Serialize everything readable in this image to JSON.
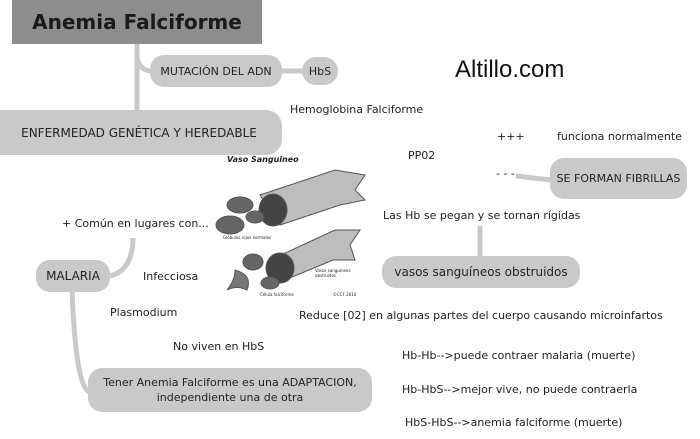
{
  "title": "Anemia Falciforme",
  "brand": "Altillo.com",
  "nodes": {
    "mutacion": "MUTACIÓN DEL ADN",
    "hbs": "HbS",
    "enfermedad": "ENFERMEDAD GENÉTICA Y HEREDABLE",
    "fibrillas": "SE FORMAN FIBRILLAS",
    "vasos": "vasos sanguíneos obstruidos",
    "malaria": "MALARIA",
    "adaptacion_line1": "Tener Anemia Falciforme es una ADAPTACION,",
    "adaptacion_line2": "independiente una de otra"
  },
  "labels": {
    "hemoglobina": "Hemoglobina Falciforme",
    "plus": "+++",
    "funciona": "funciona normalmente",
    "pp02": "PP02",
    "minus": "- - -",
    "pegan": "Las Hb se pegan y se tornan rígidas",
    "comun": "+ Común en lugares con...",
    "infecciosa": "Infecciosa",
    "plasmodium": "Plasmodium",
    "noviven": "No viven en HbS",
    "reduce": "Reduce [02] en algunas partes del cuerpo causando microinfartos",
    "hbhb": "Hb-Hb-->puede contraer malaria (muerte)",
    "hbhbs": "Hb-HbS-->mejor vive, no puede contraerla",
    "hbshbs": "HbS-HbS-->anemia falciforme (muerte)"
  },
  "figure": {
    "title": "Vaso Sanguineo",
    "label_normal": "Glóbulos rojos normales",
    "label_obstruidos": "Vasos sanguíneos obstruidos",
    "label_celula": "Célula falciforme",
    "credit": "©CCF 2014"
  }
}
